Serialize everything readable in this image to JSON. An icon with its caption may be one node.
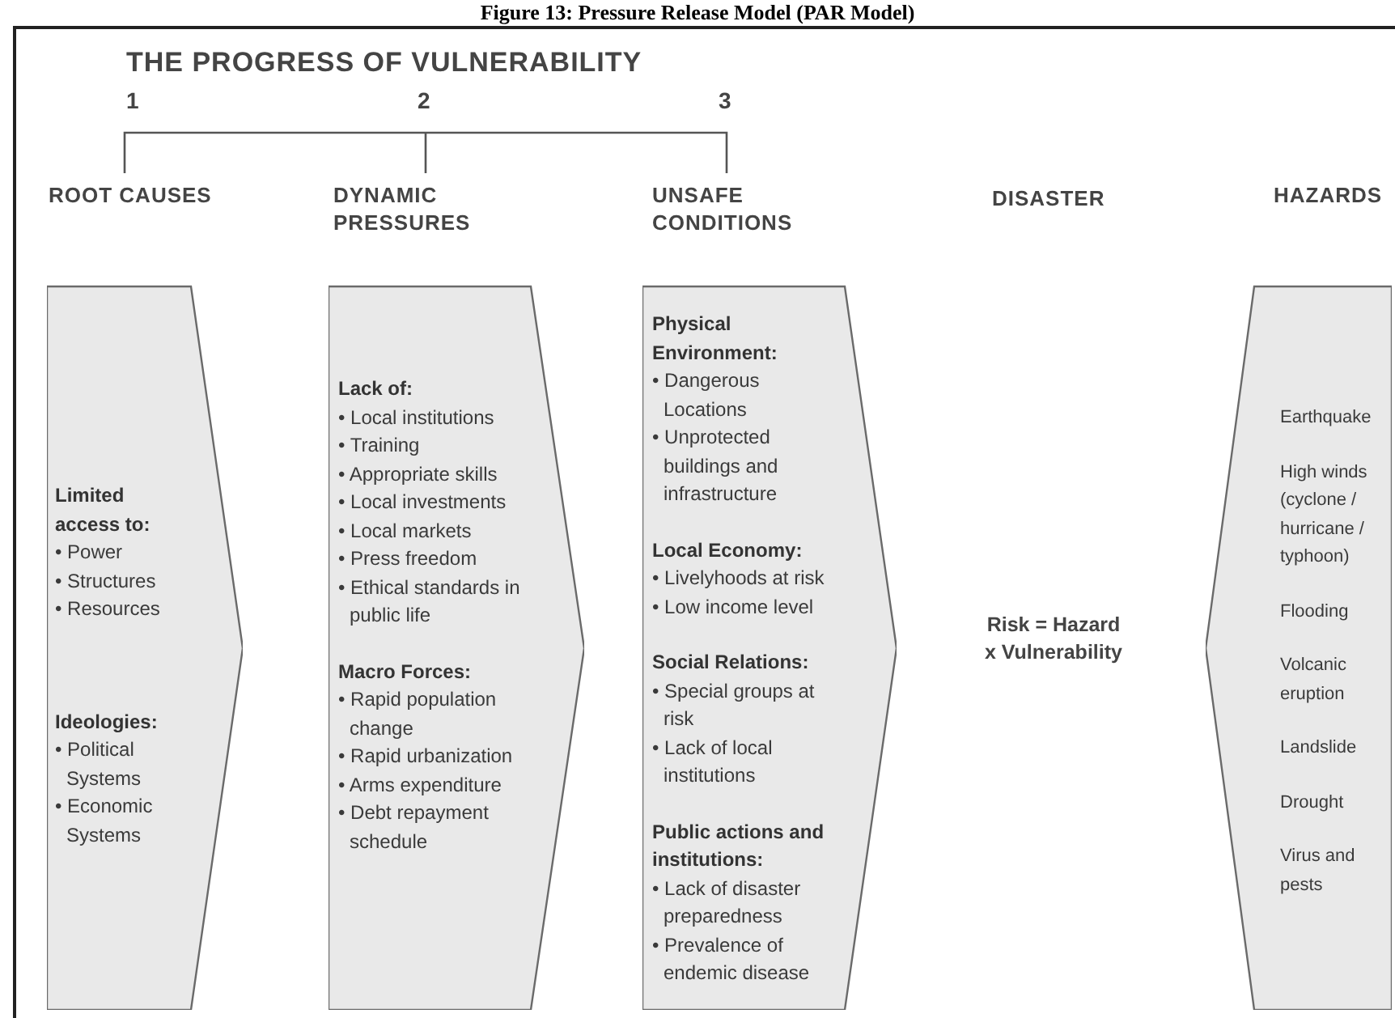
{
  "diagram": {
    "title": "Figure 13: Pressure Release Model (PAR Model)",
    "nodes": [
      {
        "text": [
          "ROOT CAUSES",
          "Limited access to:",
          "• Power",
          "• Structures",
          "• Resources",
          "Ideologies:",
          "• Political Systems",
          "• Economic Systems"
        ]
      },
      {
        "text": [
          "DYNAMIC PRESSURES",
          "Lack of:",
          "• Local institutions",
          "• Training",
          "• Appropriate skills",
          "• Local investments",
          "• Local markets",
          "• Press freedom",
          "• Ethical standards in public life",
          "Macro Forces:",
          "• Rapid population change",
          "• Rapid urbanization",
          "• Arms expenditure",
          "• Debt repayment schedule"
        ]
      },
      {
        "text": [
          "UNSAFE CONDITIONS",
          "Physical Environment:",
          "• Dangerous Locations",
          "• Unprotected buildings and infrastructure",
          "Local Economy:",
          "• Livelyhoods at risk",
          "• Low income level",
          "Social Relations:",
          "• Special groups at risk",
          "• Lack of local institutions",
          "Public actions and institutions:",
          "• Lack of disaster preparedness",
          "• Prevalence of endemic disease"
        ]
      },
      {
        "text": [
          "HAZARDS",
          "Earthquake",
          "High winds (cyclone / hurricane / typhoon)",
          "Flooding",
          "Volcanic eruption",
          "Landslide",
          "Drought",
          "Virus and pests"
        ]
      }
    ],
    "labels": [
      "THE PROGRESS OF VULNERABILITY",
      "1",
      "2",
      "3",
      "DISASTER",
      "Risk = Hazard x Vulnerability"
    ]
  }
}
